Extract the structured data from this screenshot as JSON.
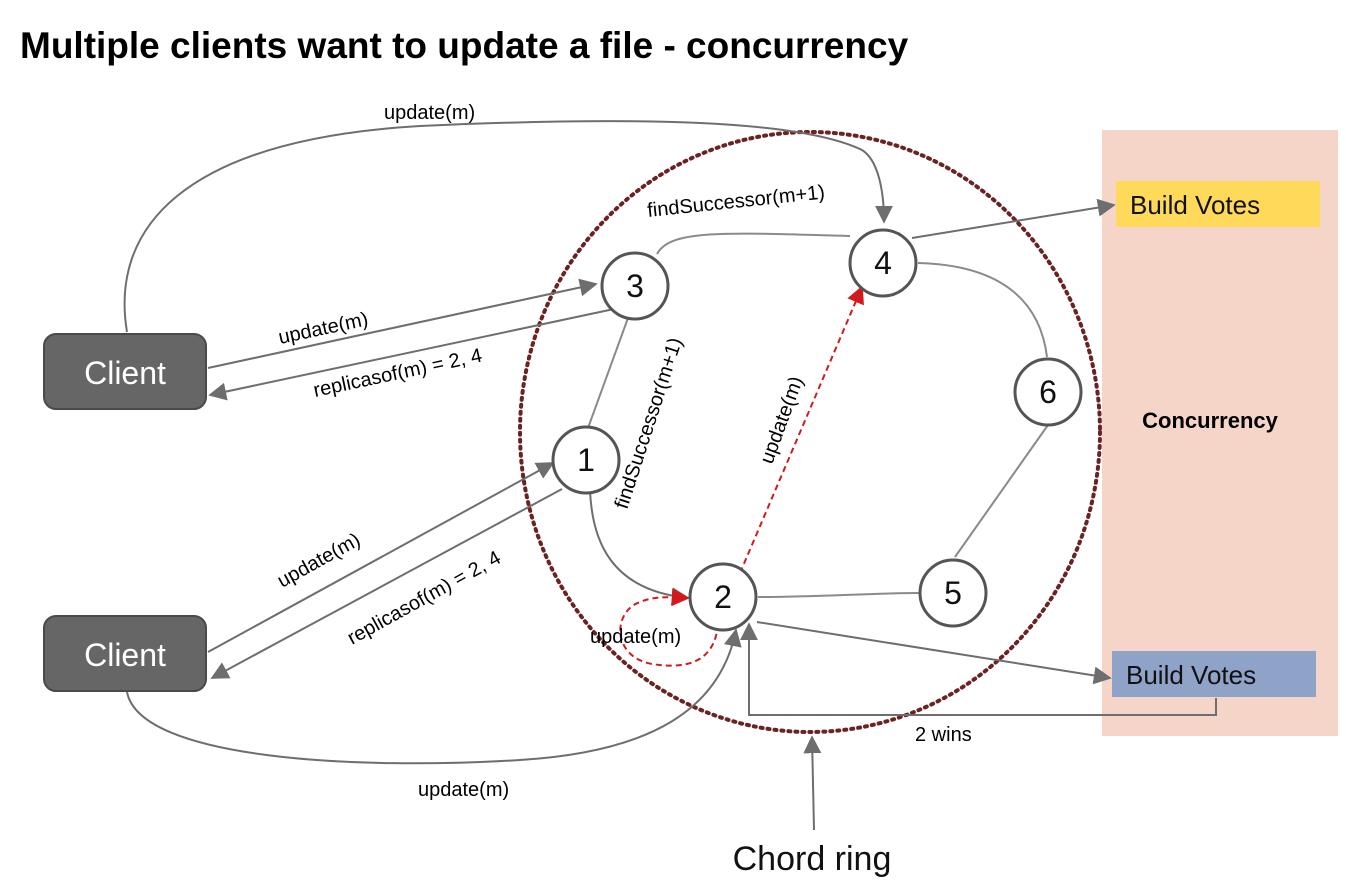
{
  "title": "Multiple clients want to update a file - concurrency",
  "clients": [
    {
      "id": "top",
      "label": "Client"
    },
    {
      "id": "bottom",
      "label": "Client"
    }
  ],
  "nodes": [
    "1",
    "2",
    "3",
    "4",
    "5",
    "6"
  ],
  "labels": {
    "update_top_arc": "update(m)",
    "find_successor_top": "findSuccessor(m+1)",
    "update_to_3": "update(m)",
    "replicas_from_3": "replicasof(m) = 2, 4",
    "find_successor_vertical": "findSuccessor(m+1)",
    "update_2_to_4": "update(m)",
    "update_to_1": "update(m)",
    "replicas_from_1": "replicasof(m) = 2, 4",
    "update_self_loop": "update(m)",
    "update_bottom_arc": "update(m)",
    "two_wins": "2 wins",
    "chord_ring": "Chord ring"
  },
  "panel": {
    "label": "Concurrency",
    "vote_top": "Build Votes",
    "vote_bottom": "Build Votes"
  },
  "colors": {
    "client_fill": "#666666",
    "panel_fill": "#f6d5c9",
    "vote_top_fill": "#ffd95a",
    "vote_bottom_fill": "#8fa2c8",
    "ring_stroke": "#6b2222",
    "red_arrow": "#d21a1a"
  }
}
